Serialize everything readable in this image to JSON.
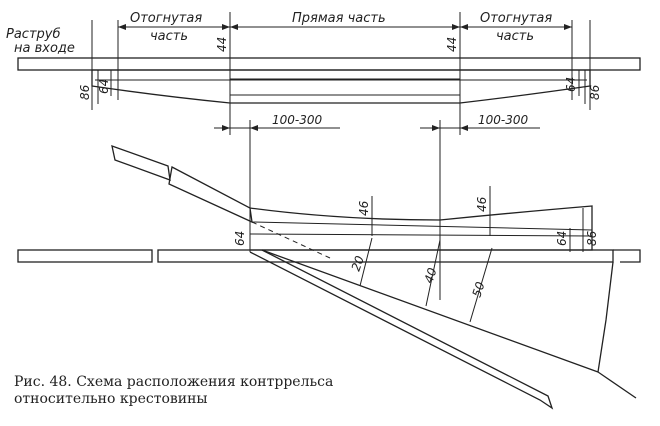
{
  "labels": {
    "raструб_top": "Раструб",
    "raструб_bottom": "на входе",
    "bent_left_1": "Отогнутая",
    "bent_left_2": "часть",
    "straight": "Прямая часть",
    "bent_right_1": "Отогнутая",
    "bent_right_2": "часть"
  },
  "dims": {
    "d86_left": "86",
    "d64_left": "64",
    "d44_left": "44",
    "d44_right": "44",
    "d64_right_top": "64",
    "d86_right_top": "86",
    "d100_left": "100-300",
    "d100_right": "100-300",
    "d46_left": "46",
    "d46_right": "46",
    "d64_frog": "64",
    "d64_right_bot": "64",
    "d86_right_bot": "86",
    "d20": "20",
    "d40": "40",
    "d50": "50"
  },
  "caption": {
    "line1": "Рис. 48. Схема расположения контррельса",
    "line2": "относительно крестовины"
  }
}
